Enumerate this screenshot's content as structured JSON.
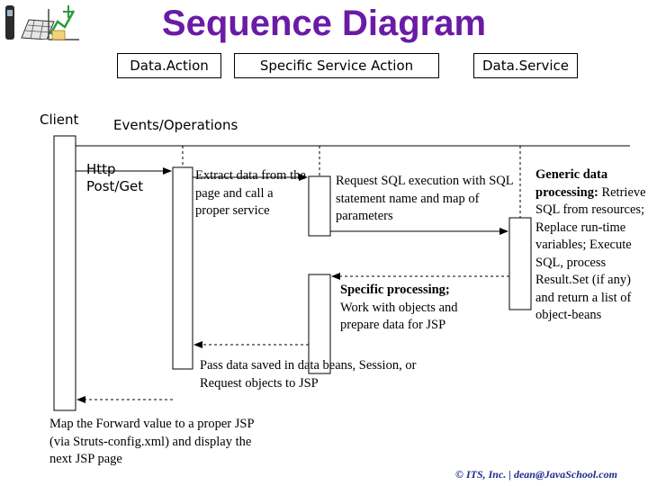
{
  "title": "Sequence Diagram",
  "headers": {
    "data_action": "Data.Action",
    "specific_service_action": "Specific Service Action",
    "data_service": "Data.Service"
  },
  "lanes": {
    "client": "Client",
    "events": "Events/Operations"
  },
  "steps": {
    "http": "Http\nPost/Get",
    "extract": "Extract data from the page and call a proper service",
    "request_sql": "Request SQL execution with SQL statement name and map of parameters",
    "generic_head": "Generic data processing:",
    "generic_body": "Retrieve SQL from resources; Replace run-time variables; Execute SQL, process Result.Set (if any) and return a list of object-beans",
    "specific_head": "Specific processing;",
    "specific_body": "Work with objects and prepare data for JSP",
    "pass_data": "Pass data saved in data beans, Session, or Request objects to JSP",
    "forward": "Map the Forward value to a proper JSP (via Struts-config.xml) and display the next JSP page"
  },
  "footer": "© ITS, Inc. | dean@JavaSchool.com",
  "icons": [
    "phone-icon",
    "keyboard-icon",
    "chart-icon"
  ]
}
